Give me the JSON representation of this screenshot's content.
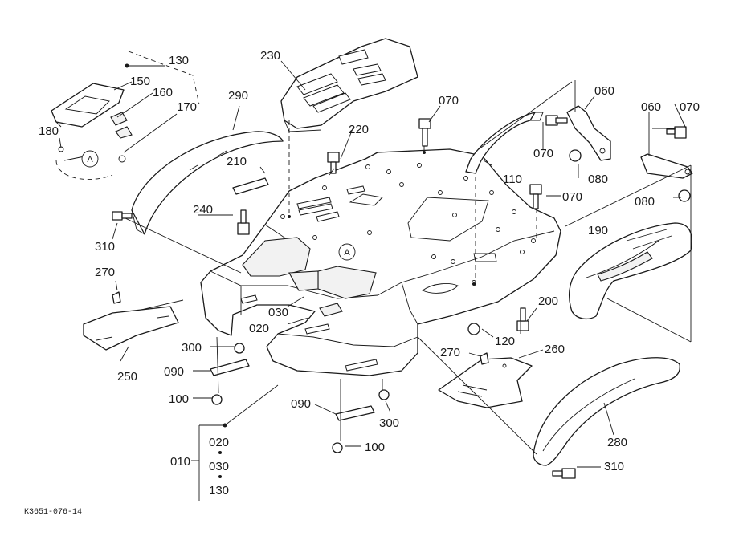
{
  "labels": {
    "p130": "130",
    "p150": "150",
    "p160": "160",
    "p170": "170",
    "p180": "180",
    "p230": "230",
    "p290": "290",
    "p210": "210",
    "p220": "220",
    "p070a": "070",
    "p060a": "060",
    "p060b": "060",
    "p070b": "070",
    "p070c": "070",
    "p070d": "070",
    "p080a": "080",
    "p080b": "080",
    "p110": "110",
    "p240": "240",
    "p310a": "310",
    "p190": "190",
    "p270a": "270",
    "p030": "030",
    "p020a": "020",
    "p250": "250",
    "p300a": "300",
    "p090a": "090",
    "p100a": "100",
    "p200": "200",
    "p120": "120",
    "p270b": "270",
    "p260": "260",
    "p090b": "090",
    "p300b": "300",
    "p100b": "100",
    "p280": "280",
    "p310b": "310",
    "p010": "010",
    "p020b": "020",
    "p030b": "030",
    "p130b": "130"
  },
  "callouts": {
    "a1": "A",
    "a2": "A"
  },
  "footer": {
    "code": "K3651-076-14"
  }
}
